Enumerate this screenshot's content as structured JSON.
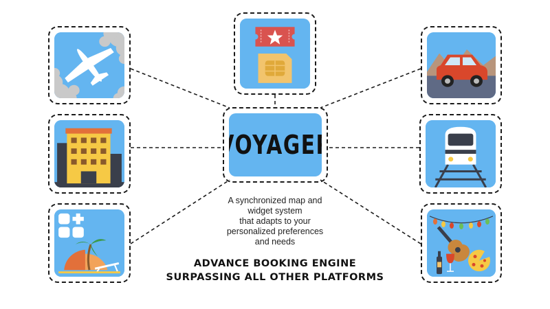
{
  "center": {
    "title": "VOYAGER"
  },
  "tagline": {
    "lines": [
      "A synchronized map and",
      "widget system",
      "that adapts to your",
      "personalized preferences",
      "and needs"
    ]
  },
  "headline": {
    "line1": "ADVANCE BOOKING ENGINE",
    "line2": "SURPASSING ALL OTHER PLATFORMS"
  },
  "icons": {
    "flight": "airplane-icon",
    "events": "ticket-icon",
    "connectivity": "sim-card-icon",
    "car": "car-icon",
    "hotel": "hotel-icon",
    "train": "train-icon",
    "widgets": "widget-grid-icon",
    "beach": "beach-icon",
    "entertainment": "party-icon"
  },
  "colors": {
    "tile_blue": "#64b5f0",
    "ticket_red": "#d9534f",
    "sim_gold": "#f2c46d",
    "car_red": "#d9472b",
    "hotel_yellow": "#f6c945",
    "dark_gray": "#3a3f4b"
  }
}
